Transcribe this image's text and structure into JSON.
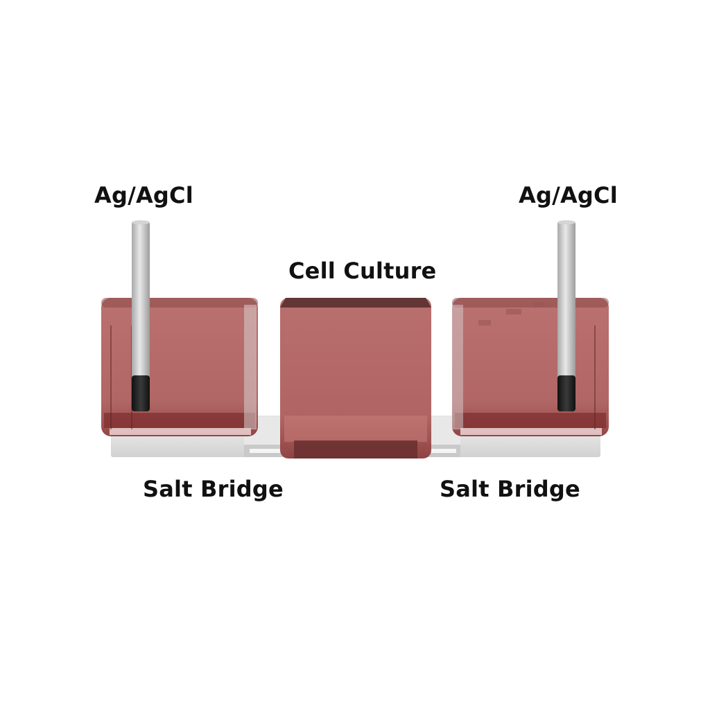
{
  "labels": {
    "electrode_left": "Ag/AgCl",
    "electrode_right": "Ag/AgCl",
    "cell_culture": "Cell Culture",
    "salt_bridge_left": "Salt Bridge",
    "salt_bridge_right": "Salt Bridge"
  },
  "colors": {
    "medium": "#b86a68",
    "medium_dark": "#8a3b3b",
    "medium_top": "#6e3b3a",
    "glass": "#d9d9d9",
    "electrode_rod": "#c4c4c4",
    "electrode_tip": "#1e1e1e",
    "text": "#111111"
  }
}
